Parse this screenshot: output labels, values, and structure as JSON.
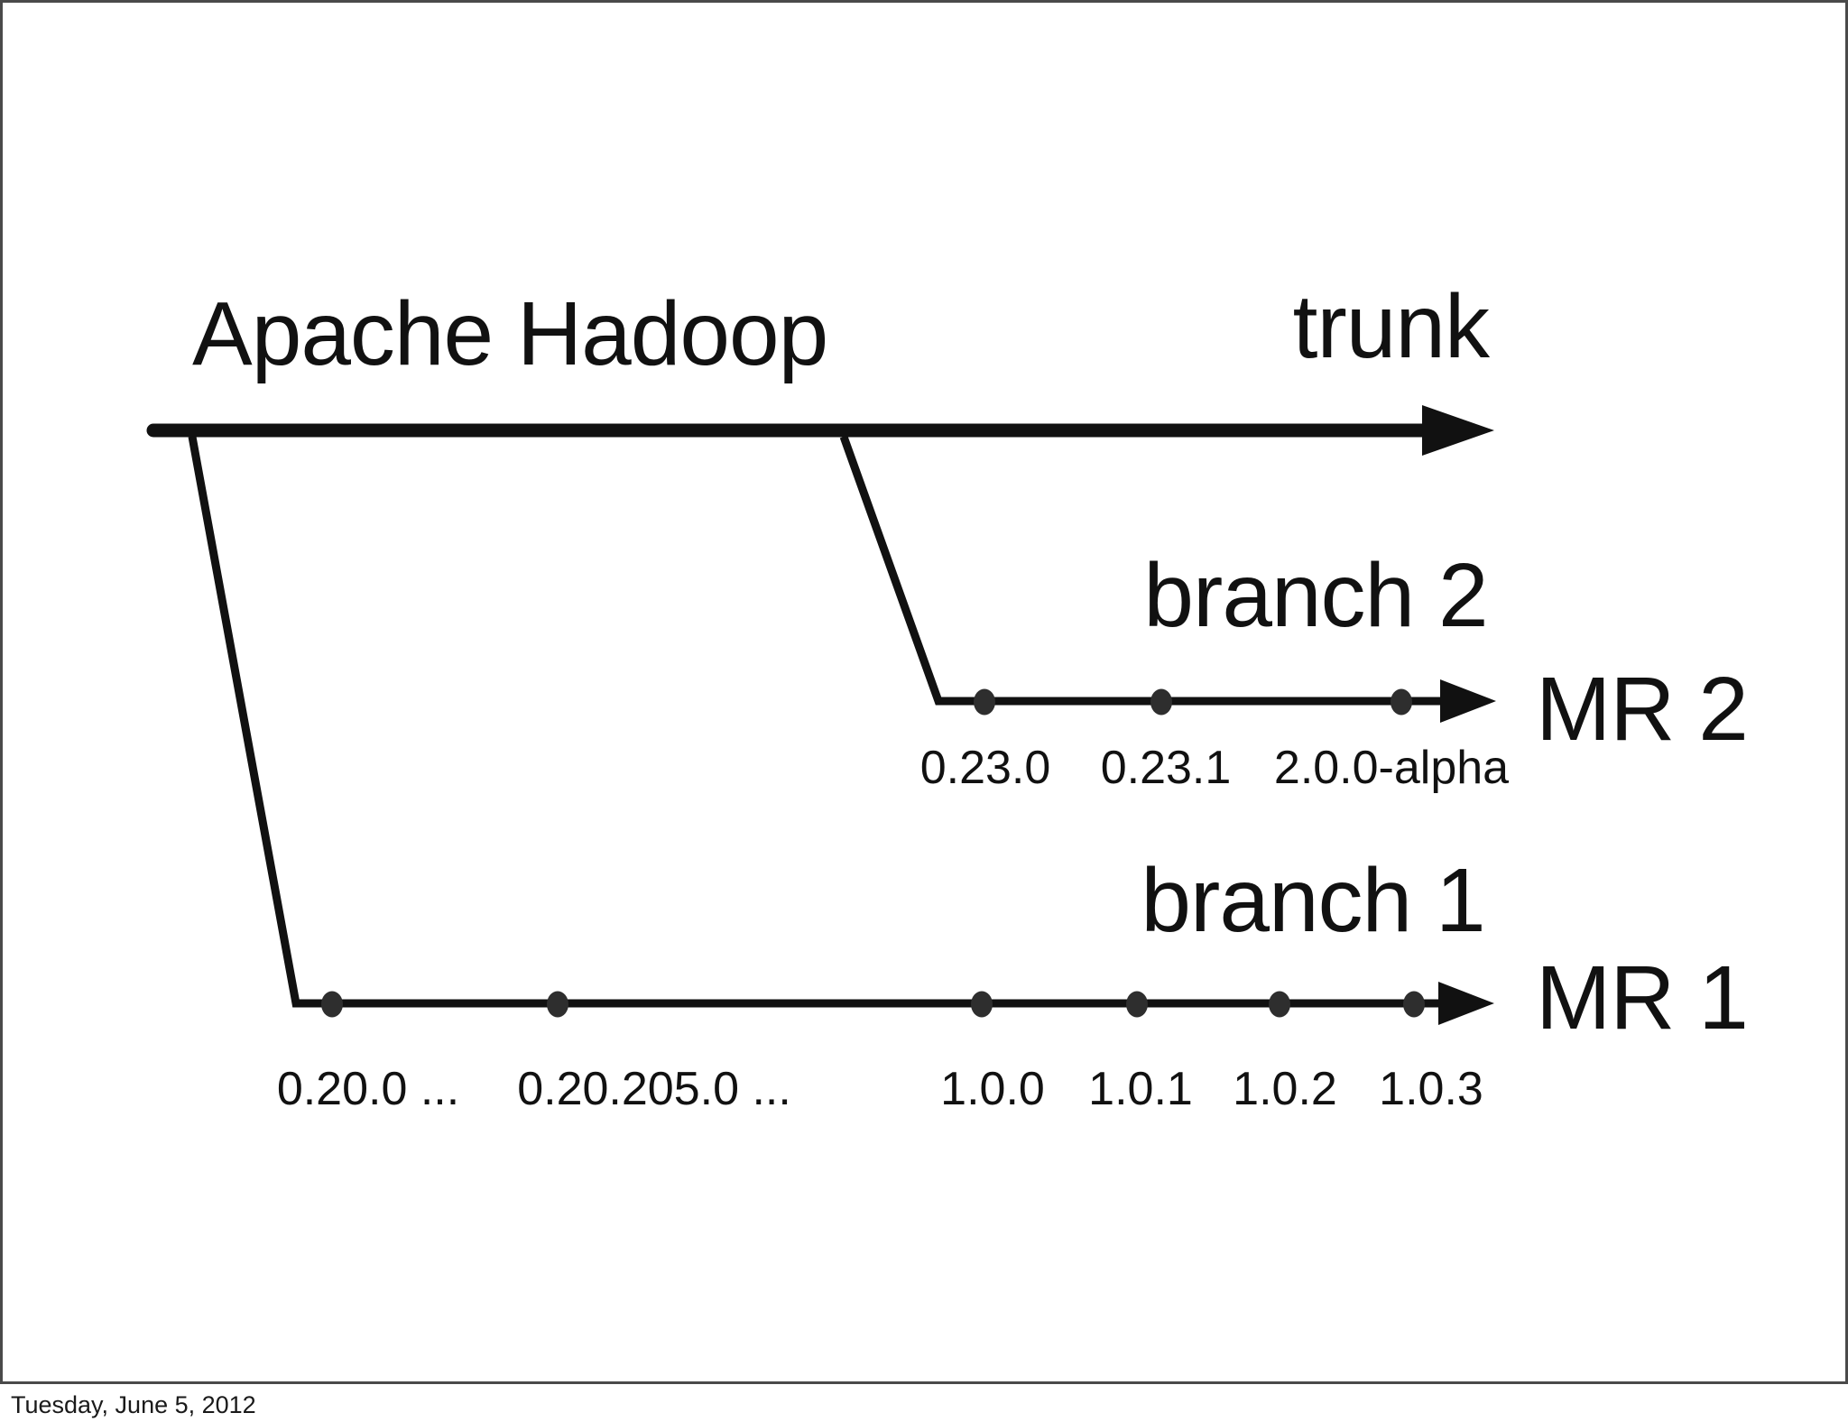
{
  "slide": {
    "title": "Apache Hadoop",
    "trunk": {
      "label": "trunk"
    },
    "branches": [
      {
        "label": "branch 2",
        "endpoint_label": "MR 2",
        "versions": [
          "0.23.0",
          "0.23.1",
          "2.0.0-alpha"
        ]
      },
      {
        "label": "branch 1",
        "endpoint_label": "MR 1",
        "versions": [
          "0.20.0 ...",
          "0.20.205.0 ...",
          "1.0.0",
          "1.0.1",
          "1.0.2",
          "1.0.3"
        ]
      }
    ]
  },
  "footer": {
    "date": "Tuesday, June 5, 2012"
  },
  "colors": {
    "ink": "#111111",
    "commit_dot": "#2e2e2e",
    "frame": "#4a4a4a",
    "background": "#ffffff"
  }
}
